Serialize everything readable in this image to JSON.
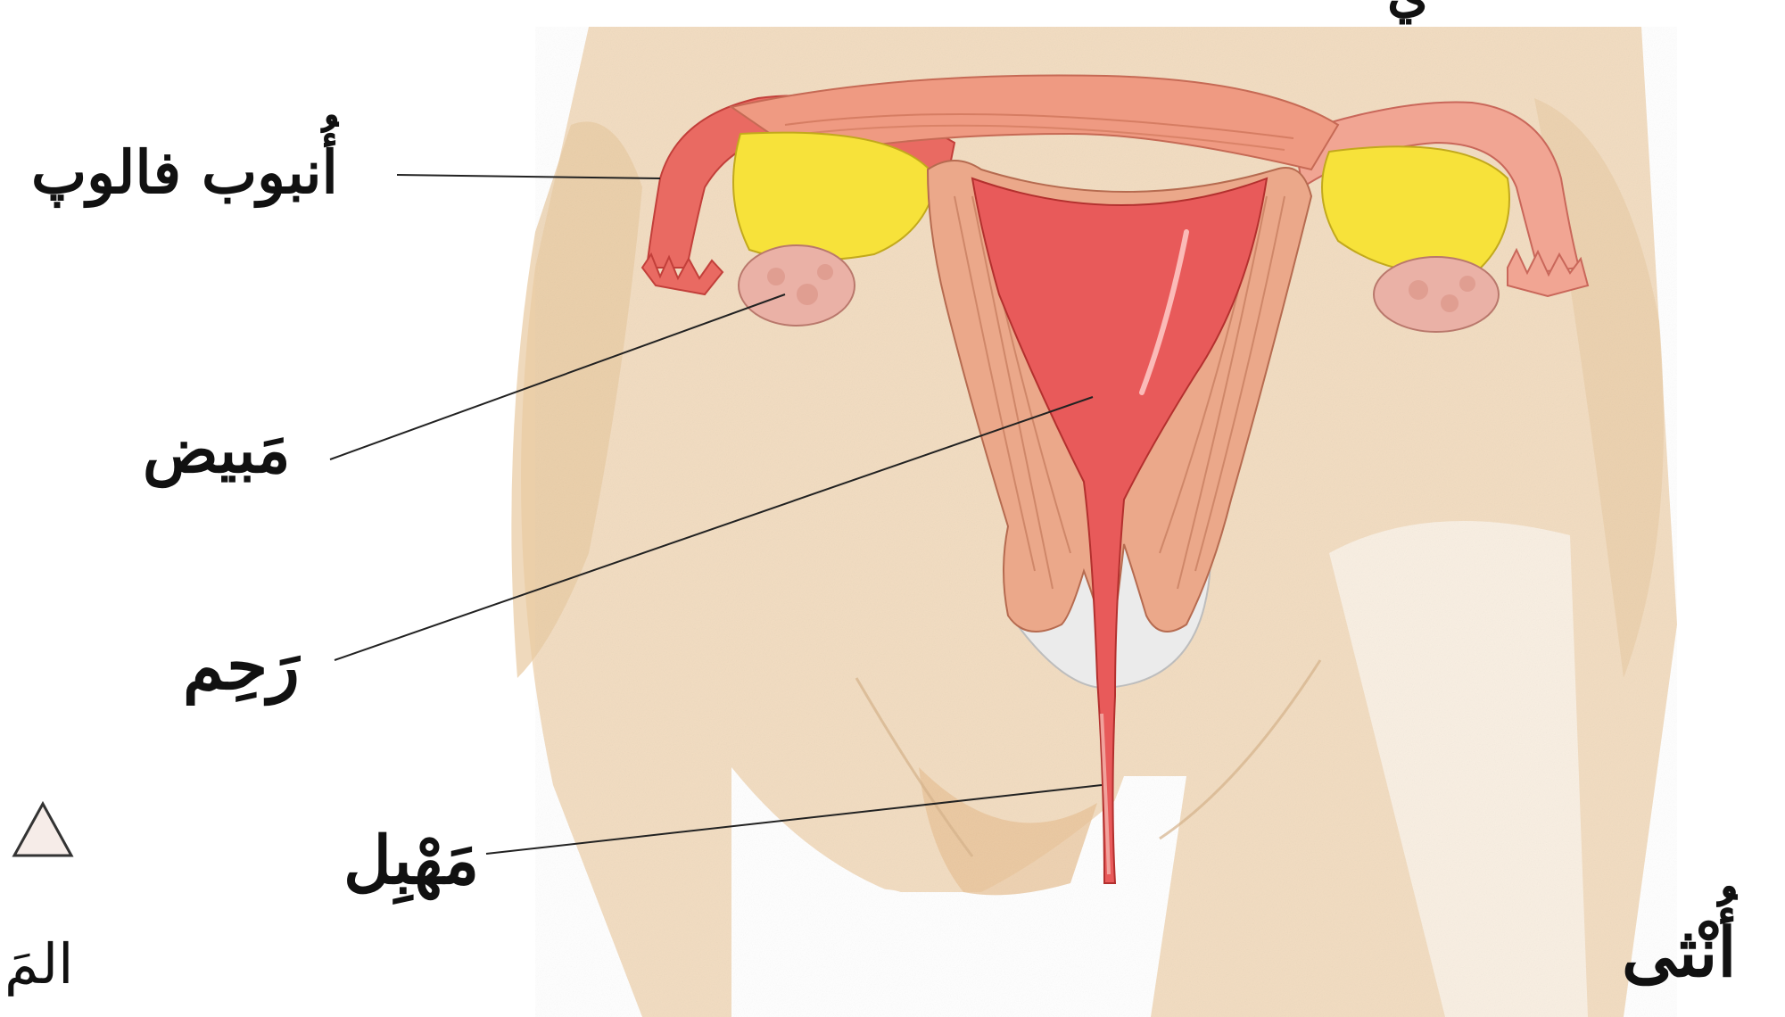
{
  "labels": {
    "fallopian_tube": "أُنبوب فالوپ",
    "ovary": "مَبيض",
    "uterus": "رَحِم",
    "vagina": "مَهْبِل",
    "female": "أُنْثى",
    "corner_fragment": "المَ",
    "top_fragment": "ي"
  },
  "icons": {
    "marker": "triangle-outline-icon"
  },
  "colors": {
    "skin": "#f2dcc0",
    "skin_shadow": "#e8c9a0",
    "uterus_red": "#e85a5a",
    "uterus_light": "#f29a8a",
    "muscle": "#eba88a",
    "ovary_yellow": "#f7e23a",
    "ovary_pink": "#eab1a6",
    "bladder": "#e8e8e8"
  }
}
